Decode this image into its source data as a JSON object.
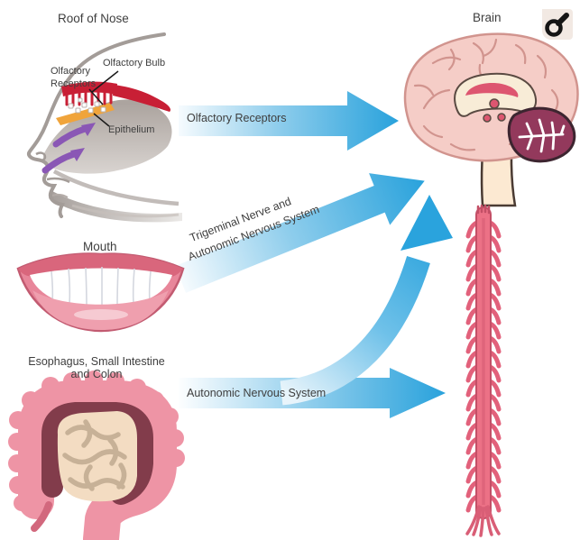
{
  "diagram": {
    "title_left": "Roof of Nose",
    "title_right": "Brain",
    "nose": {
      "title": "Roof of Nose",
      "annotations": {
        "olfactory_receptors_line1": "Olfactory",
        "olfactory_receptors_line2": "Receptors",
        "olfactory_bulb": "Olfactory Bulb",
        "epithelium": "Epithelium"
      }
    },
    "mouth": {
      "title": "Mouth"
    },
    "gut": {
      "title_line1": "Esophagus, Small Intestine",
      "title_line2": "and Colon"
    },
    "brain": {
      "title": "Brain"
    },
    "spinal_cord": {
      "title": ""
    },
    "pathways": {
      "olfactory": {
        "label": "Olfactory Receptors",
        "from": "Roof of Nose",
        "to": "Brain"
      },
      "trigeminal": {
        "label_line1": "Trigeminal Nerve and",
        "label_line2": "Autonomic Nervous System",
        "from": "Mouth",
        "to": "Brain"
      },
      "autonomic": {
        "label": "Autonomic Nervous System",
        "from": "Esophagus, Small Intestine and Colon",
        "to": "Spinal Cord and Brain"
      }
    },
    "icons": {
      "magnifier": "zoom-magnifier"
    }
  },
  "colors": {
    "arrow_blue": "#29a2dc",
    "arrow_blue_light": "#f3fafd",
    "text": "#3e3e3e",
    "face_outline": "#a39c98",
    "brain_pink": "#f5cdc7",
    "brain_outline": "#d1948e",
    "cerebellum_plum": "#93395c",
    "corpus_cream": "#f8ecd7",
    "inner_red": "#dd5670",
    "lips_rose": "#e8869a",
    "lower_lip": "#ef9fae",
    "colon_pink": "#ee94a5",
    "colon_dark": "#823c4b",
    "intestine_beige": "#f3dcc2",
    "intestine_line": "#c7b197",
    "spine_rose": "#ec7186",
    "spine_outline": "#c34f66",
    "bulb_red": "#c81f35",
    "epithelium_orange": "#f0a43b",
    "airflow_purple": "#8a57b5",
    "icon_bg": "#f2e9e3"
  }
}
